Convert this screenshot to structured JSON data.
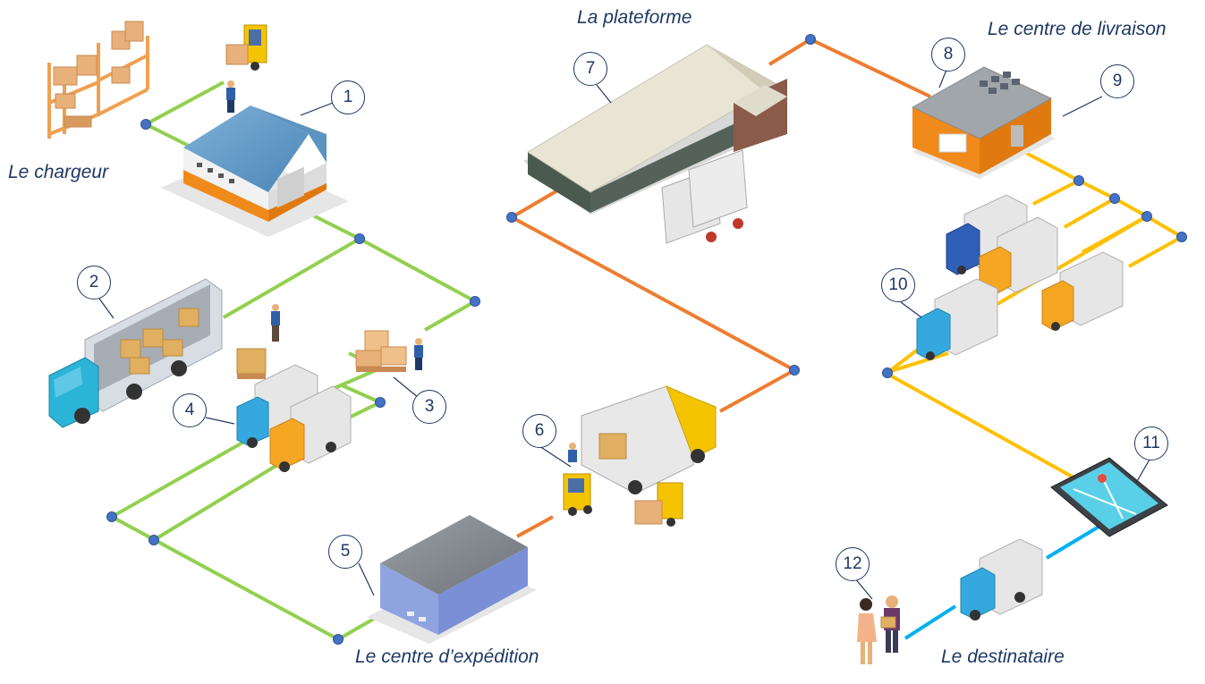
{
  "labels": {
    "shipper": "Le chargeur",
    "platform": "La plateforme",
    "delivery_center": "Le centre de livraison",
    "shipping_center": "Le centre d’expédition",
    "recipient": "Le destinataire"
  },
  "markers": [
    "1",
    "2",
    "3",
    "4",
    "5",
    "6",
    "7",
    "8",
    "9",
    "10",
    "11",
    "12"
  ],
  "colors": {
    "green_route": "#92d050",
    "orange_route": "#ed7d31",
    "yellow_route": "#ffc000",
    "blue_route": "#00b0f0",
    "node": "#4472c4",
    "text": "#1f3864"
  },
  "icons": [
    "warehouse-icon",
    "semi-truck-icon",
    "box-truck-icon",
    "forklift-icon",
    "worker-icon",
    "pallet-icon",
    "shelf-icon",
    "tablet-map-icon",
    "person-icon"
  ]
}
